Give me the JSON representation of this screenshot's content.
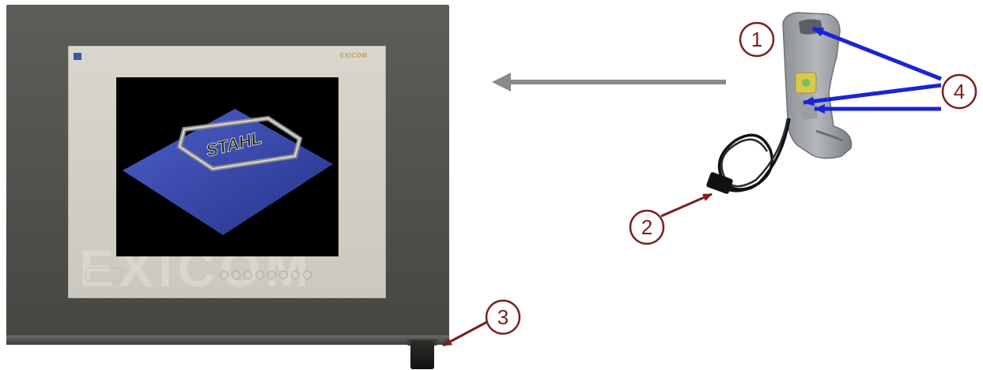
{
  "screen": {
    "logo_text": "STAHL"
  },
  "bezel": {
    "brand_text": "EXICOM",
    "watermark_text": "EXICOM"
  },
  "callouts": [
    {
      "label": "1"
    },
    {
      "label": "2"
    },
    {
      "label": "3"
    },
    {
      "label": "4"
    }
  ],
  "colors": {
    "callout_red": "#7a1f1f",
    "pointer_blue": "#1a23d6",
    "direction_arrow_gray": "#8a8a8a"
  }
}
